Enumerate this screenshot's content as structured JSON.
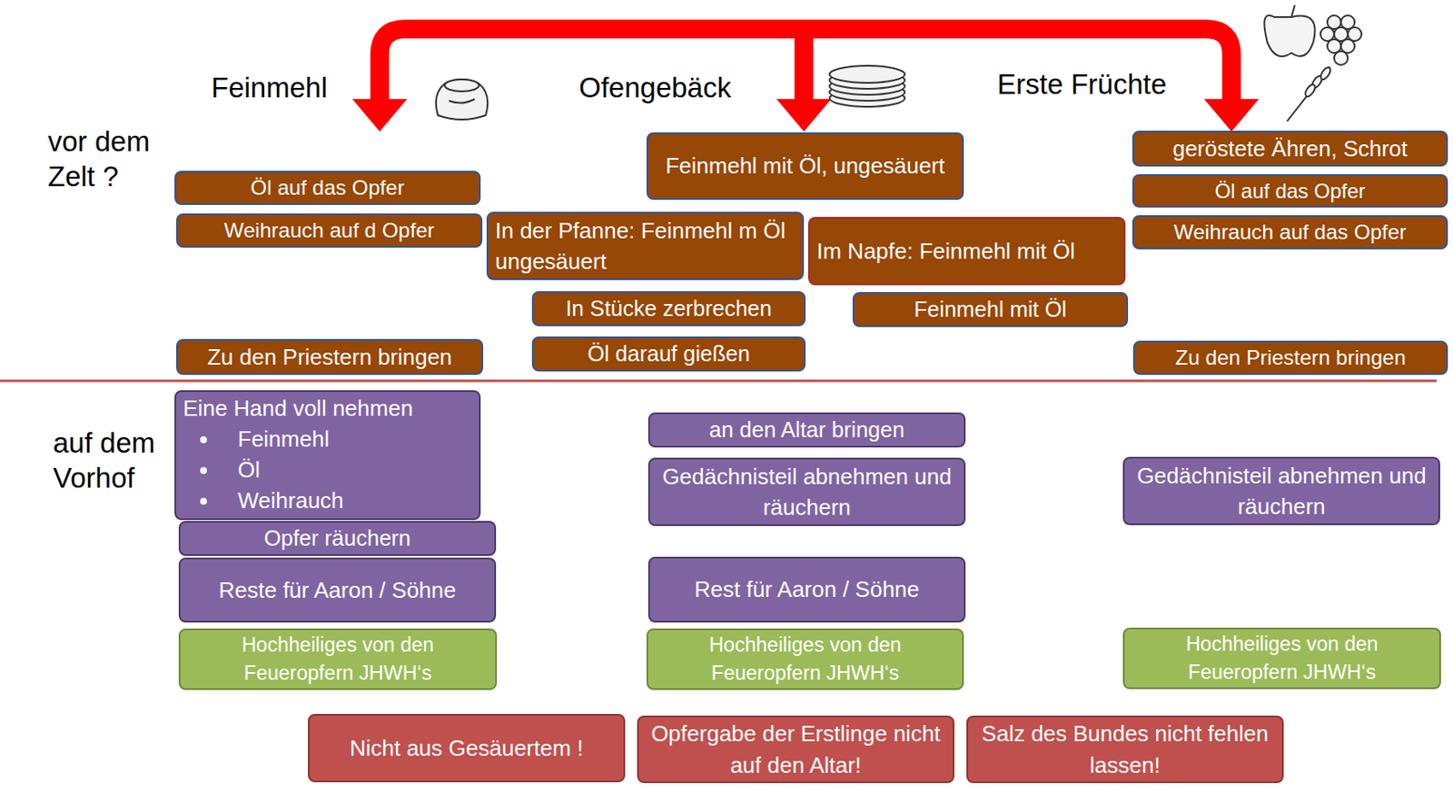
{
  "diagram": {
    "nodes": [
      {
        "text": [
          "Öl auf das Opfer"
        ]
      },
      {
        "text": [
          "Feinmehl mit Öl, ungesäuert"
        ]
      },
      {
        "text": [
          "geröstete Ähren, Schrot"
        ]
      },
      {
        "text": [
          "Öl auf das Opfer"
        ]
      },
      {
        "text": [
          "Weihrauch auf d Opfer"
        ]
      },
      {
        "text": [
          "In der Pfanne: Feinmehl m Öl ungesäuert"
        ]
      },
      {
        "text": [
          "Im Napfe: Feinmehl mit Öl"
        ]
      },
      {
        "text": [
          "Weihrauch auf das Opfer"
        ]
      },
      {
        "text": [
          "In Stücke zerbrechen"
        ]
      },
      {
        "text": [
          "Feinmehl mit Öl"
        ]
      },
      {
        "text": [
          "Zu den Priestern bringen"
        ]
      },
      {
        "text": [
          "Öl darauf gießen"
        ]
      },
      {
        "text": [
          "Zu den Priestern bringen"
        ]
      },
      {
        "text": [
          "Eine Hand voll nehmen",
          "Feinmehl",
          "Öl",
          "Weihrauch"
        ]
      },
      {
        "text": [
          "an den Altar bringen"
        ]
      },
      {
        "text": [
          "Gedächnisteil abnehmen und räuchern"
        ]
      },
      {
        "text": [
          "Gedächnisteil abnehmen und räuchern"
        ]
      },
      {
        "text": [
          "Opfer räuchern"
        ]
      },
      {
        "text": [
          "Reste für Aaron / Söhne"
        ]
      },
      {
        "text": [
          "Rest für Aaron / Söhne"
        ]
      },
      {
        "text": [
          "Hochheiliges von den Feueropfern JHWH‘s"
        ]
      },
      {
        "text": [
          "Hochheiliges von den Feueropfern JHWH‘s"
        ]
      },
      {
        "text": [
          "Hochheiliges von den Feueropfern JHWH‘s"
        ]
      },
      {
        "text": [
          "Nicht aus Gesäuertem !"
        ]
      },
      {
        "text": [
          "Opfergabe der Erstlinge nicht auf den Altar!"
        ]
      },
      {
        "text": [
          "Salz des Bundes nicht fehlen lassen!"
        ]
      }
    ],
    "labels": [
      "Feinmehl",
      "Ofengebäck",
      "Erste Früchte",
      "vor dem Zelt ?",
      "auf dem Vorhof"
    ]
  }
}
